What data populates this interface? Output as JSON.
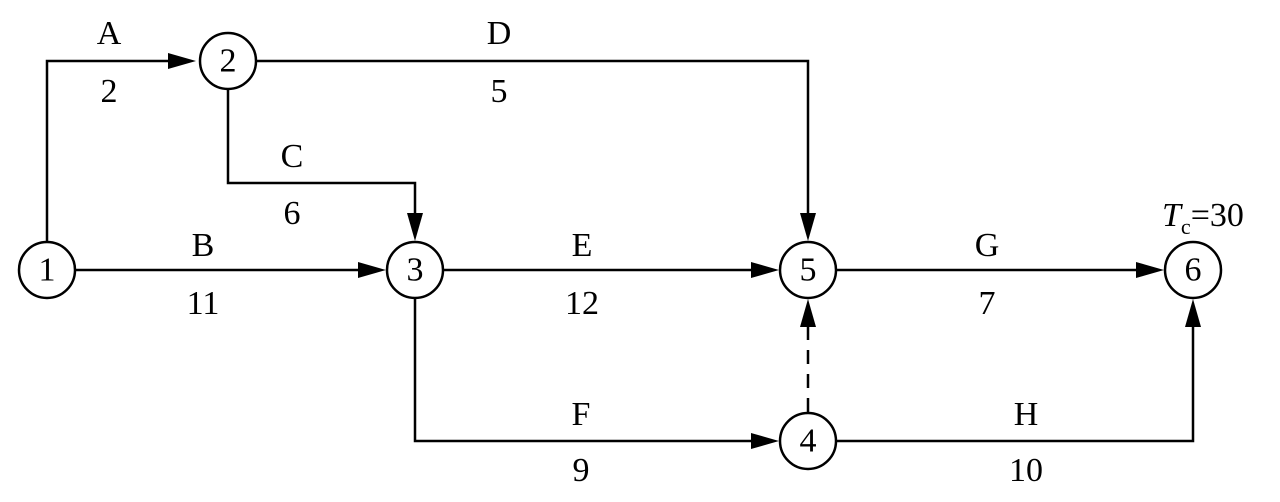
{
  "nodes": [
    {
      "id": "1",
      "label": "1"
    },
    {
      "id": "2",
      "label": "2"
    },
    {
      "id": "3",
      "label": "3"
    },
    {
      "id": "4",
      "label": "4"
    },
    {
      "id": "5",
      "label": "5"
    },
    {
      "id": "6",
      "label": "6"
    }
  ],
  "activities": [
    {
      "name": "A",
      "duration": "2",
      "from": "1",
      "to": "2"
    },
    {
      "name": "B",
      "duration": "11",
      "from": "1",
      "to": "3"
    },
    {
      "name": "C",
      "duration": "6",
      "from": "2",
      "to": "3"
    },
    {
      "name": "D",
      "duration": "5",
      "from": "2",
      "to": "5"
    },
    {
      "name": "E",
      "duration": "12",
      "from": "3",
      "to": "5"
    },
    {
      "name": "F",
      "duration": "9",
      "from": "3",
      "to": "4"
    },
    {
      "name": "G",
      "duration": "7",
      "from": "5",
      "to": "6"
    },
    {
      "name": "H",
      "duration": "10",
      "from": "4",
      "to": "6"
    }
  ],
  "dummy": {
    "from": "4",
    "to": "5"
  },
  "tc": {
    "symbol": "T",
    "subscript": "c",
    "value": "=30"
  }
}
